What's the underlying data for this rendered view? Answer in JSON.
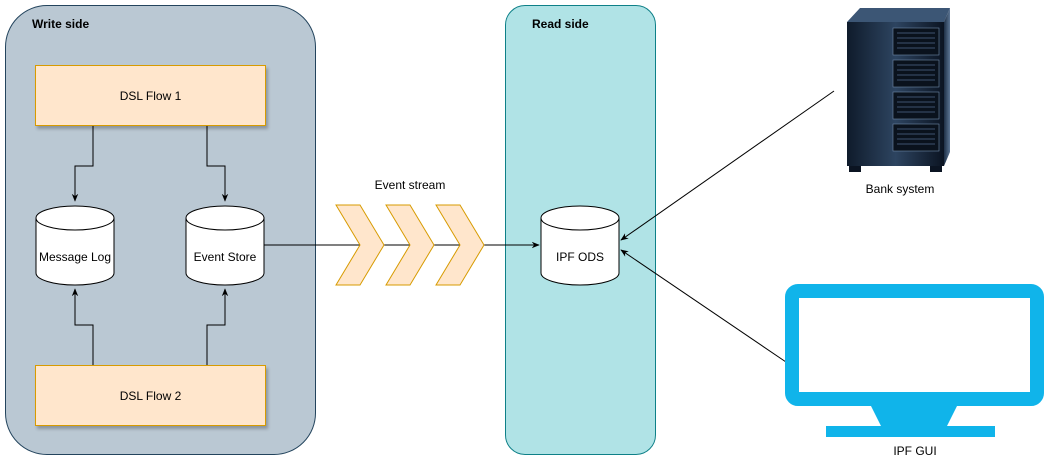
{
  "write_side": {
    "title": "Write side",
    "flow1": "DSL Flow 1",
    "flow2": "DSL Flow 2",
    "message_log": "Message Log",
    "event_store": "Event Store"
  },
  "event_stream": "Event stream",
  "read_side": {
    "title": "Read side",
    "ods": "IPF ODS"
  },
  "bank_system": "Bank system",
  "ipf_gui": "IPF GUI",
  "colors": {
    "write_panel": "#bac8d3",
    "read_panel": "#b0e3e6",
    "flow_fill": "#ffe6cc",
    "flow_border": "#d79b00",
    "monitor": "#10b4ea"
  }
}
